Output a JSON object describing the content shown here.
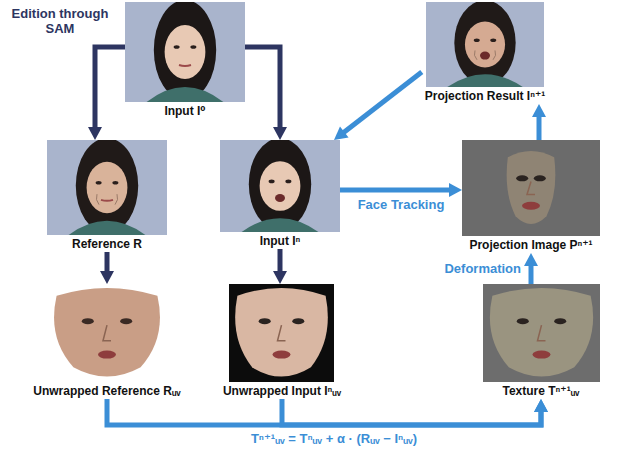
{
  "diagram": {
    "nodes": [
      {
        "text": [
          "Input I⁰"
        ]
      },
      {
        "text": [
          "Projection Result Iⁿ⁺¹"
        ]
      },
      {
        "text": [
          "Reference R"
        ]
      },
      {
        "text": [
          "Input Iⁿ"
        ]
      },
      {
        "text": [
          "Projection Image Pⁿ⁺¹"
        ]
      },
      {
        "text": [
          "Unwrapped Reference Rᵤᵥ"
        ]
      },
      {
        "text": [
          "Unwrapped Input Iⁿᵤᵥ"
        ]
      },
      {
        "text": [
          "Texture Tⁿ⁺¹ᵤᵥ"
        ]
      }
    ],
    "edges": [
      {
        "from": 0,
        "to": 2,
        "arrow": "to",
        "label": "Edition through SAM"
      },
      {
        "from": 0,
        "to": 3,
        "arrow": "to"
      },
      {
        "from": 2,
        "to": 5,
        "arrow": "to"
      },
      {
        "from": 3,
        "to": 6,
        "arrow": "to"
      },
      {
        "from": 3,
        "to": 4,
        "arrow": "to",
        "label": "Face Tracking"
      },
      {
        "from": 7,
        "to": 4,
        "arrow": "to",
        "label": "Deformation"
      },
      {
        "from": 4,
        "to": 1,
        "arrow": "to"
      },
      {
        "from": 1,
        "to": 3,
        "arrow": "to"
      },
      {
        "from": 5,
        "to": 7,
        "arrow": "to",
        "label": "Tⁿ⁺¹ᵤᵥ = Tⁿᵤᵥ + α · (Rᵤᵥ − Iⁿᵤᵥ)"
      },
      {
        "from": 6,
        "to": 7,
        "arrow": "to"
      }
    ]
  }
}
